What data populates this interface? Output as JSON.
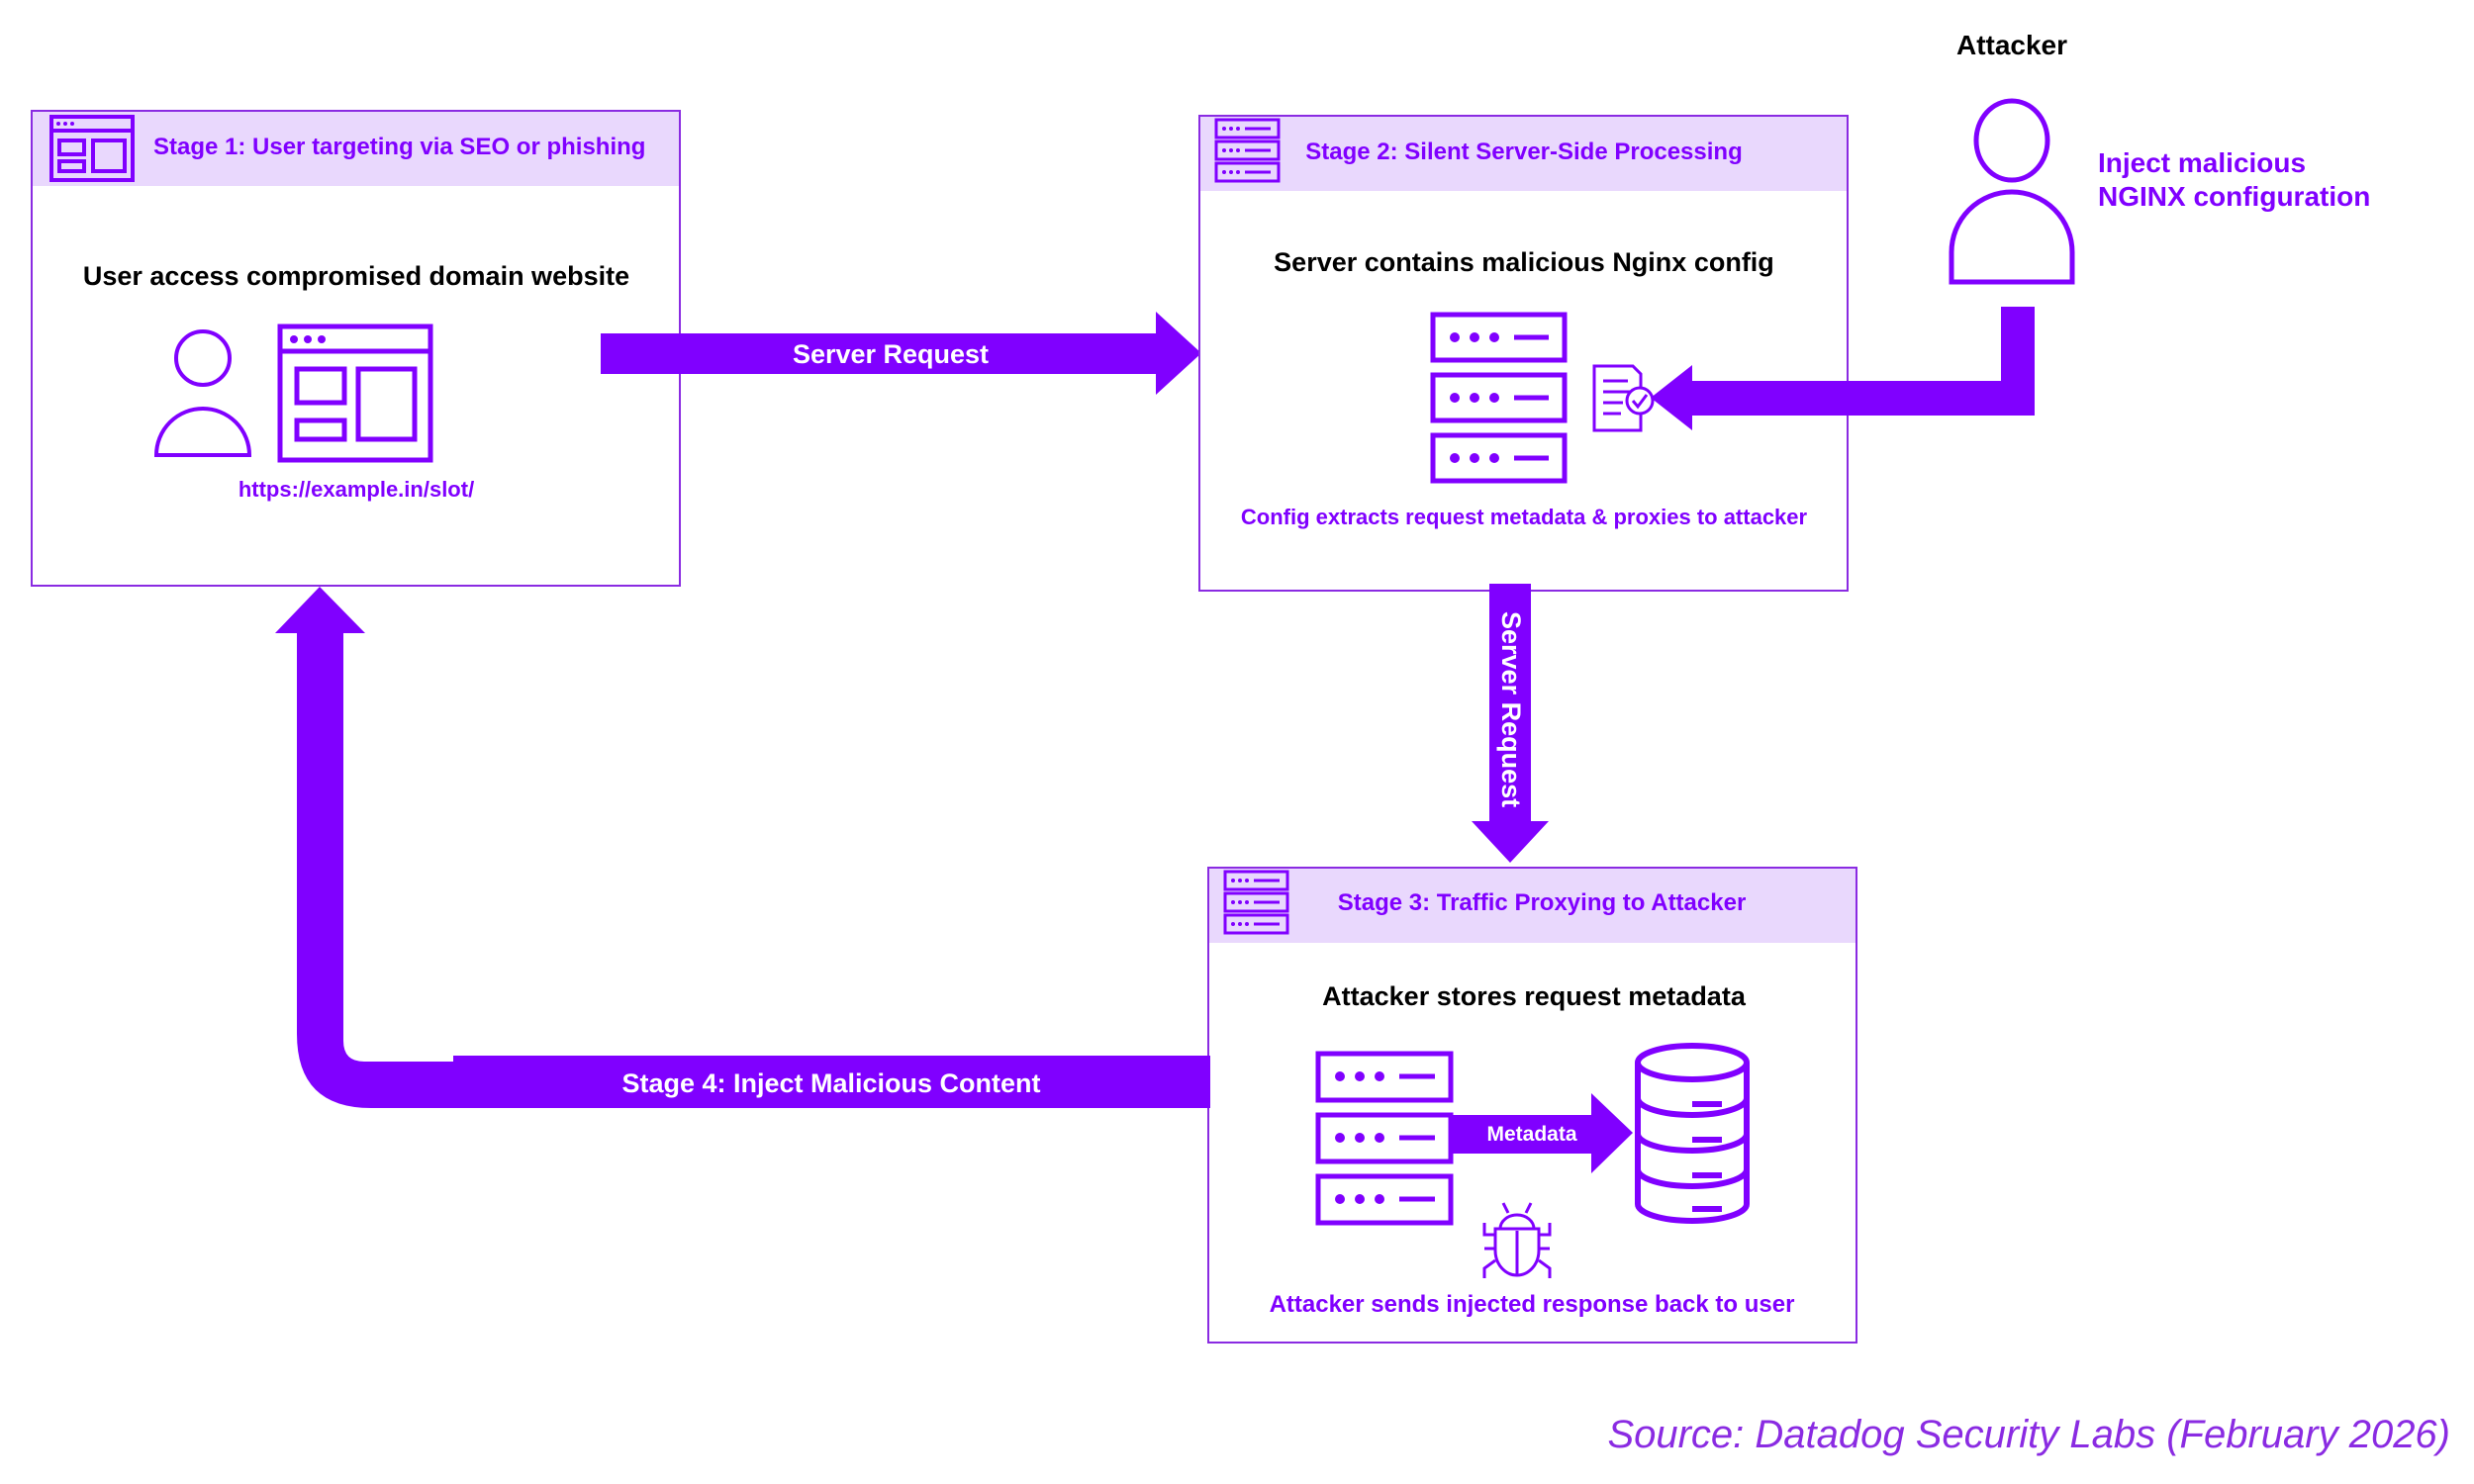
{
  "colors": {
    "accent": "#8000ff",
    "header_fill": "#e9d8fd",
    "border": "#8a2be2",
    "heading_text": "#000000",
    "arrow_text": "#ffffff"
  },
  "stage1": {
    "title": "Stage 1: User targeting via SEO or phishing",
    "heading": "User access compromised domain website",
    "url": "https://example.in/slot/",
    "icons": [
      "browser-window-icon",
      "user-icon",
      "browser-window-icon"
    ]
  },
  "stage2": {
    "title": "Stage 2: Silent Server-Side Processing",
    "heading": "Server contains malicious Nginx config",
    "caption": "Config extracts request metadata & proxies to attacker",
    "icons": [
      "server-rack-icon",
      "server-rack-icon",
      "config-document-icon"
    ]
  },
  "stage3": {
    "title": "Stage 3: Traffic Proxying to Attacker",
    "heading": "Attacker stores request metadata",
    "metadata_label": "Metadata",
    "caption": "Attacker sends injected response back to user",
    "icons": [
      "server-rack-icon",
      "server-rack-icon",
      "database-icon",
      "bug-icon"
    ]
  },
  "attacker": {
    "label": "Attacker",
    "note_line1": "Inject malicious",
    "note_line2": "NGINX configuration",
    "icon": "user-icon"
  },
  "arrows": {
    "request_horizontal": "Server Request",
    "request_vertical": "Server Request",
    "stage4": "Stage 4: Inject Malicious Content"
  },
  "source": "Source: Datadog Security Labs (February 2026)"
}
